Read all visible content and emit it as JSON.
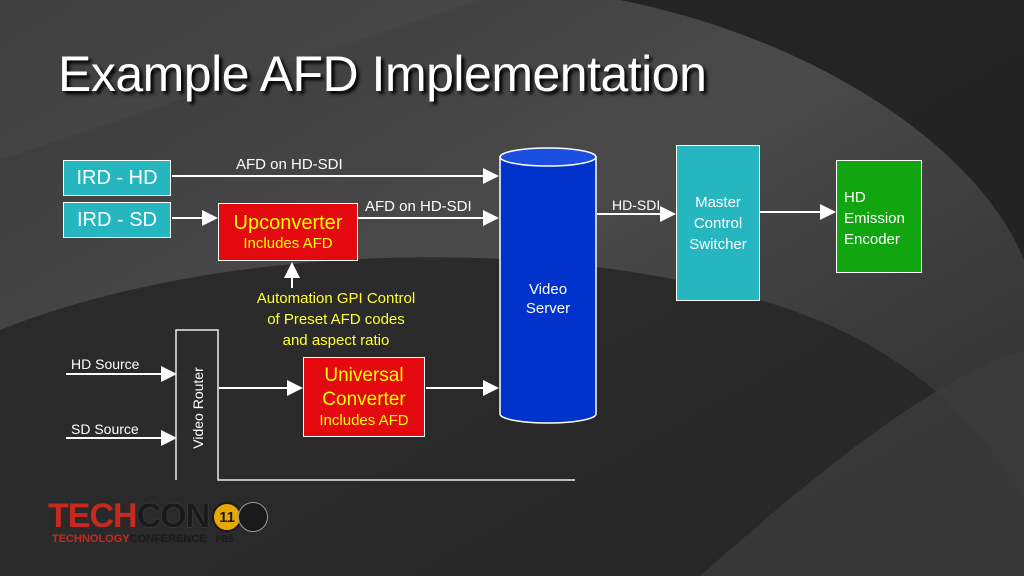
{
  "slide": {
    "title": "Example AFD Implementation",
    "colors": {
      "ird_box": "#25b6c0",
      "converter_box": "#e4080f",
      "converter_text": "#ffff00",
      "server": "#0033cc",
      "master_control": "#25b6c0",
      "encoder": "#11a60f",
      "automation_text": "#ffff33"
    }
  },
  "diagram": {
    "ird_hd": "IRD - HD",
    "ird_sd": "IRD - SD",
    "afd_on_hdsdi_top": "AFD on HD-SDI",
    "afd_on_hdsdi_mid": "AFD on HD-SDI",
    "upconverter": {
      "line1": "Upconverter",
      "line2": "Includes AFD"
    },
    "automation": {
      "line1": "Automation GPI Control",
      "line2": "of Preset AFD codes",
      "line3": "and aspect ratio"
    },
    "video_server": {
      "line1": "Video",
      "line2": "Server"
    },
    "hd_sdi": "HD-SDI",
    "master_control": {
      "line1": "Master",
      "line2": "Control",
      "line3": "Switcher"
    },
    "encoder": {
      "line1": "HD",
      "line2": "Emission",
      "line3": "Encoder"
    },
    "hd_source": "HD Source",
    "sd_source": "SD Source",
    "video_router": "Video Router",
    "universal_converter": {
      "line1": "Universal",
      "line2": "Converter",
      "line3": "Includes AFD"
    }
  },
  "logo": {
    "tech": "TECH",
    "con": "CON",
    "number": "11",
    "technology": "TECHNOLOGY",
    "conference": "CONFERENCE",
    "pbs": "PBS"
  }
}
